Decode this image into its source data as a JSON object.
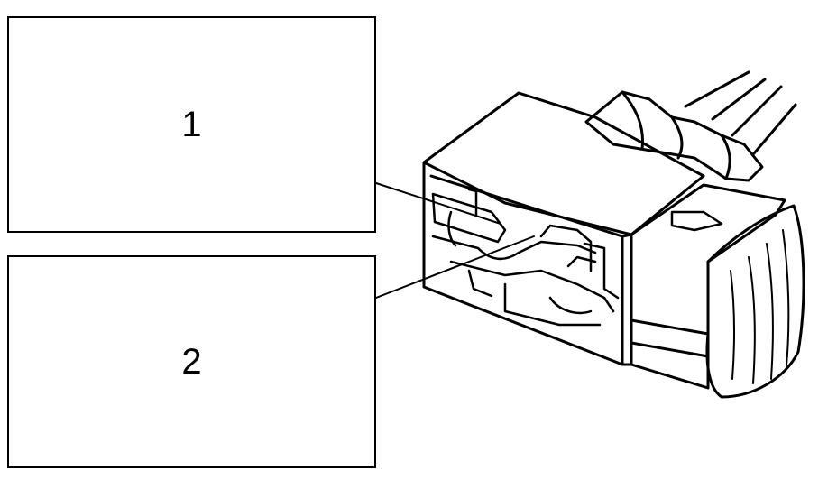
{
  "callouts": [
    {
      "label": "1"
    },
    {
      "label": "2"
    }
  ],
  "colors": {
    "ink": "#000000",
    "paper": "#ffffff"
  },
  "illustration": {
    "subject-icon": "connector-housing-illustration"
  }
}
